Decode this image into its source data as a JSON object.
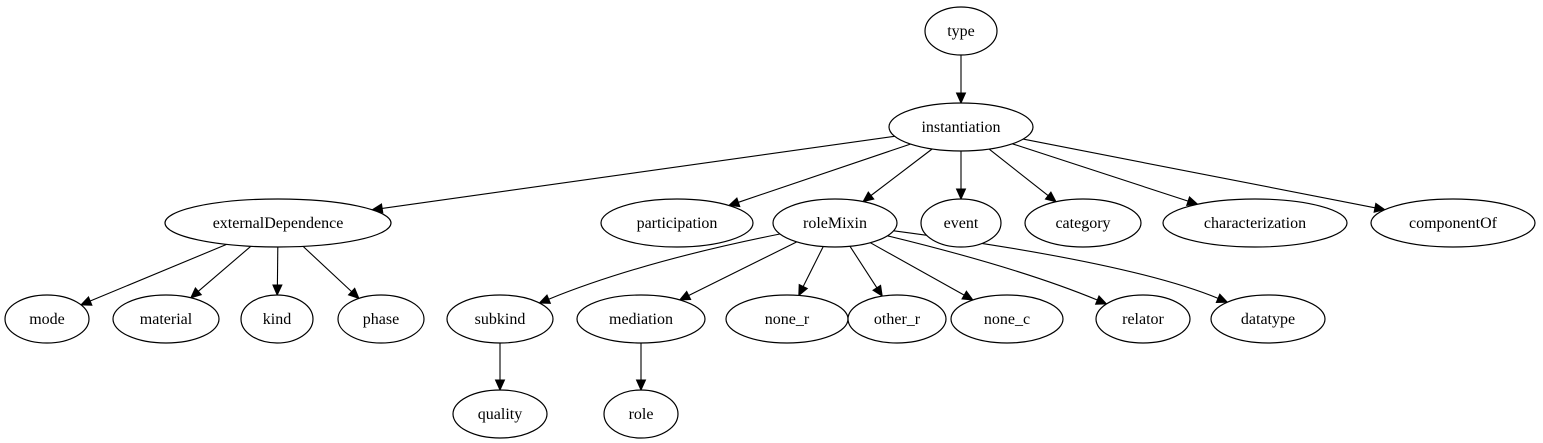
{
  "diagram": {
    "type": "directed-tree",
    "nodes": [
      {
        "id": "type",
        "label": "type"
      },
      {
        "id": "instantiation",
        "label": "instantiation"
      },
      {
        "id": "externalDependence",
        "label": "externalDependence"
      },
      {
        "id": "participation",
        "label": "participation"
      },
      {
        "id": "roleMixin",
        "label": "roleMixin"
      },
      {
        "id": "event",
        "label": "event"
      },
      {
        "id": "category",
        "label": "category"
      },
      {
        "id": "characterization",
        "label": "characterization"
      },
      {
        "id": "componentOf",
        "label": "componentOf"
      },
      {
        "id": "mode",
        "label": "mode"
      },
      {
        "id": "material",
        "label": "material"
      },
      {
        "id": "kind",
        "label": "kind"
      },
      {
        "id": "phase",
        "label": "phase"
      },
      {
        "id": "subkind",
        "label": "subkind"
      },
      {
        "id": "mediation",
        "label": "mediation"
      },
      {
        "id": "none_r",
        "label": "none_r"
      },
      {
        "id": "other_r",
        "label": "other_r"
      },
      {
        "id": "none_c",
        "label": "none_c"
      },
      {
        "id": "relator",
        "label": "relator"
      },
      {
        "id": "datatype",
        "label": "datatype"
      },
      {
        "id": "quality",
        "label": "quality"
      },
      {
        "id": "role",
        "label": "role"
      }
    ],
    "edges": [
      {
        "from": "type",
        "to": "instantiation"
      },
      {
        "from": "instantiation",
        "to": "externalDependence"
      },
      {
        "from": "instantiation",
        "to": "participation"
      },
      {
        "from": "instantiation",
        "to": "roleMixin"
      },
      {
        "from": "instantiation",
        "to": "event"
      },
      {
        "from": "instantiation",
        "to": "category"
      },
      {
        "from": "instantiation",
        "to": "characterization"
      },
      {
        "from": "instantiation",
        "to": "componentOf"
      },
      {
        "from": "externalDependence",
        "to": "mode"
      },
      {
        "from": "externalDependence",
        "to": "material"
      },
      {
        "from": "externalDependence",
        "to": "kind"
      },
      {
        "from": "externalDependence",
        "to": "phase"
      },
      {
        "from": "roleMixin",
        "to": "subkind"
      },
      {
        "from": "roleMixin",
        "to": "mediation"
      },
      {
        "from": "roleMixin",
        "to": "none_r"
      },
      {
        "from": "roleMixin",
        "to": "other_r"
      },
      {
        "from": "roleMixin",
        "to": "none_c"
      },
      {
        "from": "roleMixin",
        "to": "relator"
      },
      {
        "from": "roleMixin",
        "to": "datatype"
      },
      {
        "from": "subkind",
        "to": "quality"
      },
      {
        "from": "mediation",
        "to": "role"
      }
    ]
  }
}
